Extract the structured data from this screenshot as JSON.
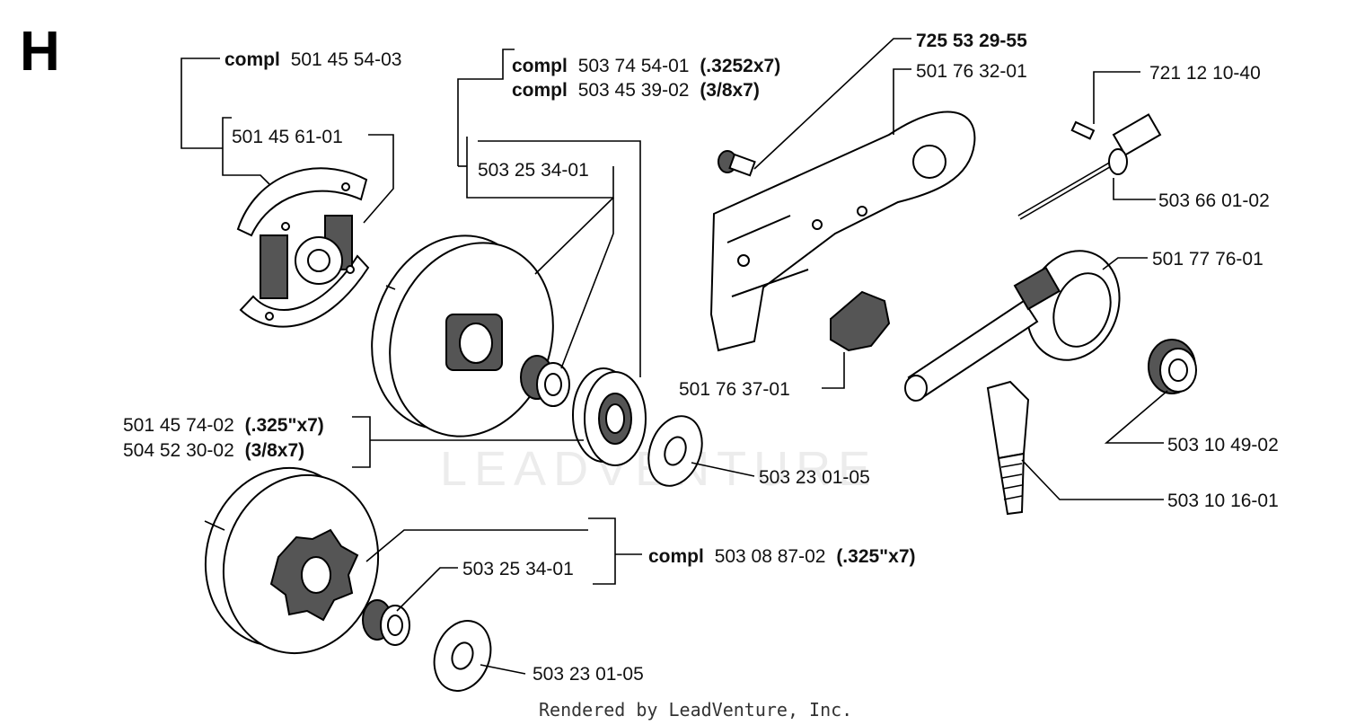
{
  "section_letter": "H",
  "watermark": "LEADVENTURE",
  "footer": "Rendered by LeadVenture, Inc.",
  "labels": {
    "clutch_compl": {
      "prefix": "compl",
      "code": "501 45 54-03"
    },
    "clutch_shoe": "501 45 61-01",
    "drum_compl_1": {
      "prefix": "compl",
      "code": "503 74 54-01",
      "suffix": "(.3252x7)"
    },
    "drum_compl_2": {
      "prefix": "compl",
      "code": "503 45 39-02",
      "suffix": "(3/8x7)"
    },
    "bearing_top": "503 25 34-01",
    "rim_1": {
      "code": "501 45 74-02",
      "suffix": "(.325\"x7)"
    },
    "rim_2": {
      "code": "504 52 30-02",
      "suffix": "(3/8x7)"
    },
    "washer_top": "503 23 01-05",
    "drum_compl_lower": {
      "prefix": "compl",
      "code": "503 08 87-02",
      "suffix": "(.325\"x7)"
    },
    "bearing_bottom": "503 25 34-01",
    "washer_bottom": "503 23 01-05",
    "bolt": "725 53 29-55",
    "plate": "501 76 32-01",
    "block": "501 76 37-01",
    "pin": "721 12 10-40",
    "shaft": "503 66 01-02",
    "pump": "501 77 76-01",
    "worm_gear": "503 10 49-02",
    "gear_shaft": "503 10 16-01"
  }
}
